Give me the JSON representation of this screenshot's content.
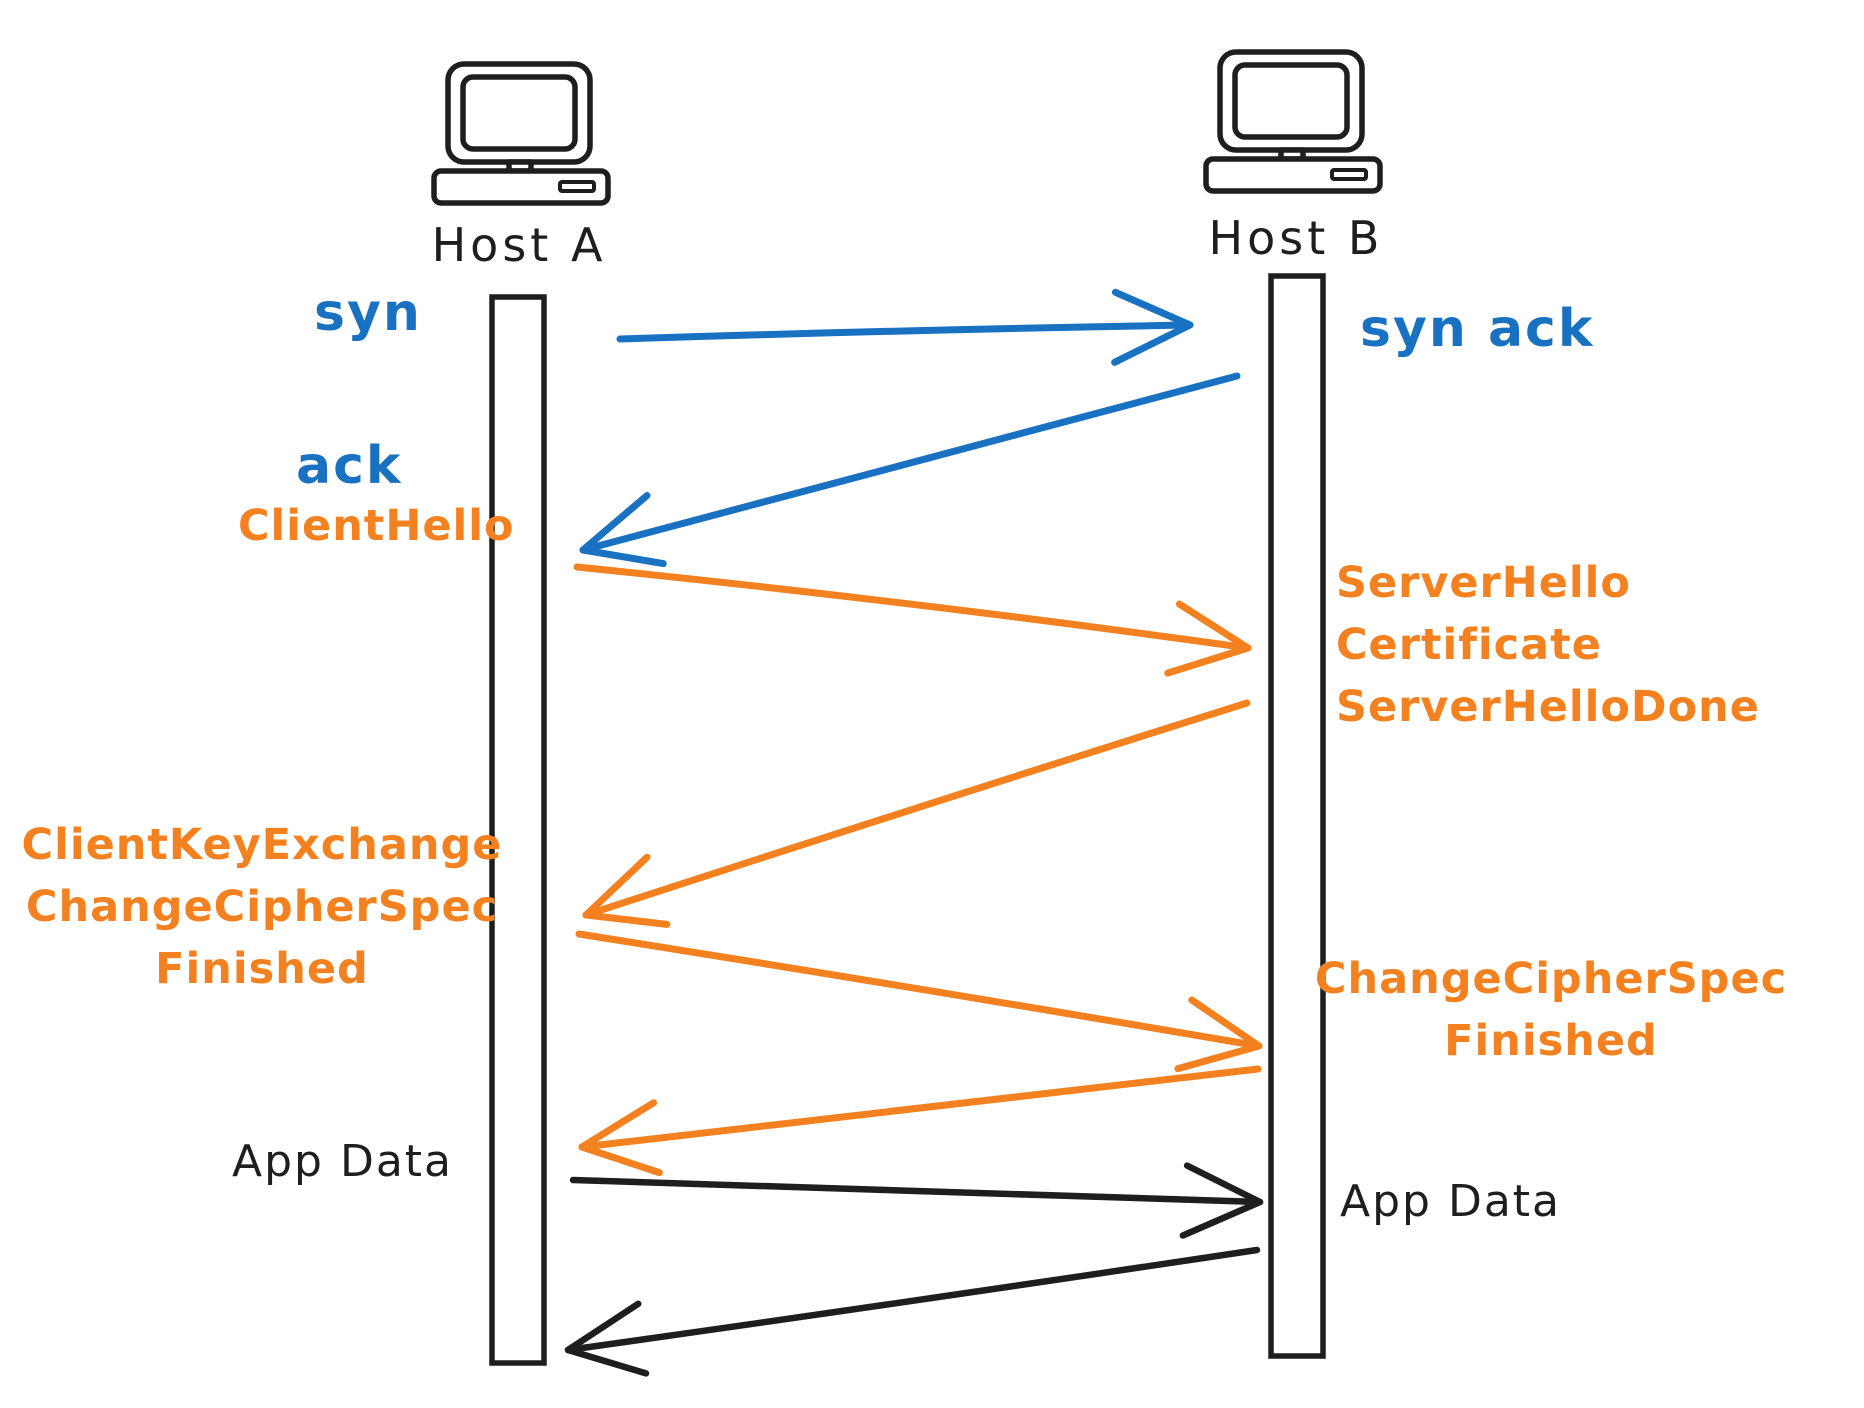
{
  "diagram": {
    "type": "sequence-diagram",
    "hosts": [
      {
        "label": "Host A"
      },
      {
        "label": "Host B"
      }
    ],
    "labels": {
      "syn": "syn",
      "syn_ack": "syn ack",
      "ack": "ack",
      "client_hello": "ClientHello",
      "server_response": [
        "ServerHello",
        "Certificate",
        "ServerHelloDone"
      ],
      "client_key_block": [
        "ClientKeyExchange",
        "ChangeCipherSpec",
        "Finished"
      ],
      "server_finished_block": [
        "ChangeCipherSpec",
        "Finished"
      ],
      "app_data_left": "App Data",
      "app_data_right": "App Data"
    },
    "colors": {
      "tcp": "#1971c2",
      "tls": "#f4811f",
      "app_data": "#1e1e1e",
      "background": "#ffffff"
    },
    "messages": [
      {
        "from": "Host A",
        "to": "Host B",
        "color": "#1971c2",
        "labels": [
          "syn"
        ]
      },
      {
        "from": "Host B",
        "to": "Host A",
        "color": "#1971c2",
        "labels": [
          "syn ack"
        ]
      },
      {
        "from": "Host A",
        "to": "Host B",
        "color": "#f4811f",
        "labels": [
          "ack",
          "ClientHello"
        ]
      },
      {
        "from": "Host B",
        "to": "Host A",
        "color": "#f4811f",
        "labels": [
          "ServerHello",
          "Certificate",
          "ServerHelloDone"
        ]
      },
      {
        "from": "Host A",
        "to": "Host B",
        "color": "#f4811f",
        "labels": [
          "ClientKeyExchange",
          "ChangeCipherSpec",
          "Finished"
        ]
      },
      {
        "from": "Host B",
        "to": "Host A",
        "color": "#f4811f",
        "labels": [
          "ChangeCipherSpec",
          "Finished"
        ]
      },
      {
        "from": "Host A",
        "to": "Host B",
        "color": "#1e1e1e",
        "labels": [
          "App Data"
        ]
      },
      {
        "from": "Host B",
        "to": "Host A",
        "color": "#1e1e1e",
        "labels": [
          "App Data"
        ]
      }
    ]
  }
}
